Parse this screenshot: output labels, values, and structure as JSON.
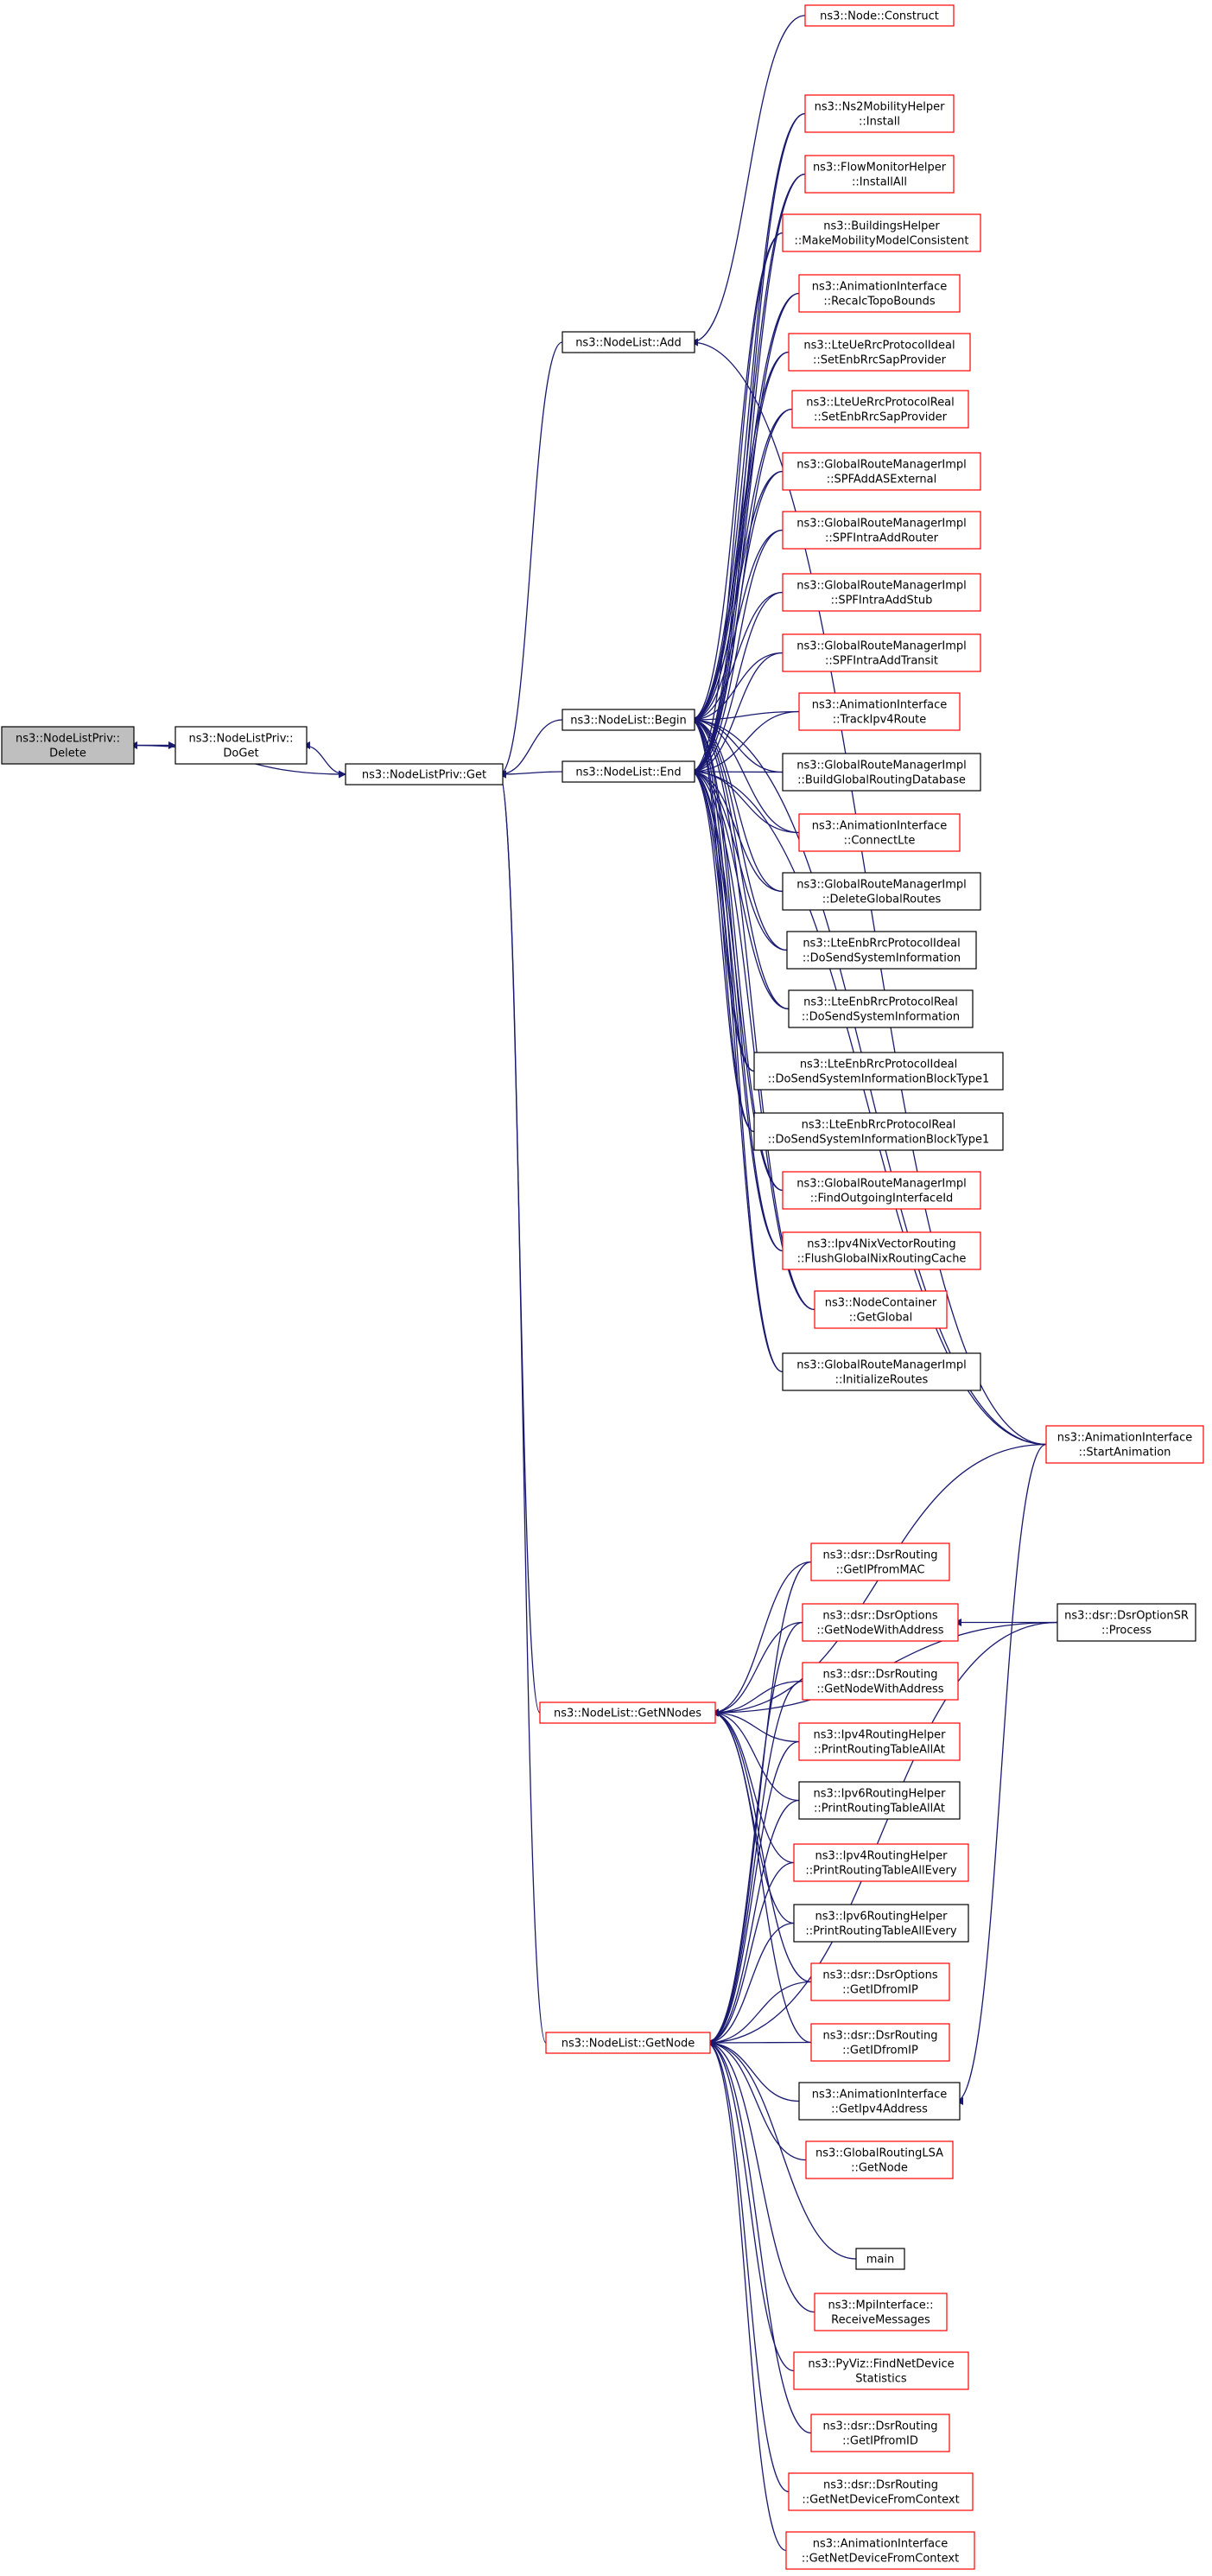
{
  "colors": {
    "edge": "#191970",
    "border_normal": "#000000",
    "border_link": "#ff0000",
    "root_fill": "#bfbfbf",
    "fill": "#ffffff",
    "text": "#000000"
  },
  "nodes": [
    {
      "id": "delete",
      "lines": [
        "ns3::NodeListPriv::",
        "Delete"
      ],
      "style": "root"
    },
    {
      "id": "doget",
      "lines": [
        "ns3::NodeListPriv::",
        "DoGet"
      ],
      "style": "normal"
    },
    {
      "id": "get",
      "lines": [
        "ns3::NodeListPriv::Get"
      ],
      "style": "normal"
    },
    {
      "id": "add",
      "lines": [
        "ns3::NodeList::Add"
      ],
      "style": "normal"
    },
    {
      "id": "begin",
      "lines": [
        "ns3::NodeList::Begin"
      ],
      "style": "normal"
    },
    {
      "id": "end",
      "lines": [
        "ns3::NodeList::End"
      ],
      "style": "normal"
    },
    {
      "id": "getnnodes",
      "lines": [
        "ns3::NodeList::GetNNodes"
      ],
      "style": "link"
    },
    {
      "id": "getnode",
      "lines": [
        "ns3::NodeList::GetNode"
      ],
      "style": "link"
    },
    {
      "id": "construct",
      "lines": [
        "ns3::Node::Construct"
      ],
      "style": "link"
    },
    {
      "id": "ns2install",
      "lines": [
        "ns3::Ns2MobilityHelper",
        "::Install"
      ],
      "style": "link"
    },
    {
      "id": "flowinstall",
      "lines": [
        "ns3::FlowMonitorHelper",
        "::InstallAll"
      ],
      "style": "link"
    },
    {
      "id": "buildings",
      "lines": [
        "ns3::BuildingsHelper",
        "::MakeMobilityModelConsistent"
      ],
      "style": "link"
    },
    {
      "id": "recalc",
      "lines": [
        "ns3::AnimationInterface",
        "::RecalcTopoBounds"
      ],
      "style": "link"
    },
    {
      "id": "ueideal",
      "lines": [
        "ns3::LteUeRrcProtocolIdeal",
        "::SetEnbRrcSapProvider"
      ],
      "style": "link"
    },
    {
      "id": "uereal",
      "lines": [
        "ns3::LteUeRrcProtocolReal",
        "::SetEnbRrcSapProvider"
      ],
      "style": "link"
    },
    {
      "id": "spfext",
      "lines": [
        "ns3::GlobalRouteManagerImpl",
        "::SPFAddASExternal"
      ],
      "style": "link"
    },
    {
      "id": "spfrouter",
      "lines": [
        "ns3::GlobalRouteManagerImpl",
        "::SPFIntraAddRouter"
      ],
      "style": "link"
    },
    {
      "id": "spfstub",
      "lines": [
        "ns3::GlobalRouteManagerImpl",
        "::SPFIntraAddStub"
      ],
      "style": "link"
    },
    {
      "id": "spftransit",
      "lines": [
        "ns3::GlobalRouteManagerImpl",
        "::SPFIntraAddTransit"
      ],
      "style": "link"
    },
    {
      "id": "trackipv4",
      "lines": [
        "ns3::AnimationInterface",
        "::TrackIpv4Route"
      ],
      "style": "link"
    },
    {
      "id": "buildglobal",
      "lines": [
        "ns3::GlobalRouteManagerImpl",
        "::BuildGlobalRoutingDatabase"
      ],
      "style": "normal"
    },
    {
      "id": "connectlte",
      "lines": [
        "ns3::AnimationInterface",
        "::ConnectLte"
      ],
      "style": "link"
    },
    {
      "id": "deleteglobal",
      "lines": [
        "ns3::GlobalRouteManagerImpl",
        "::DeleteGlobalRoutes"
      ],
      "style": "normal"
    },
    {
      "id": "enbideal",
      "lines": [
        "ns3::LteEnbRrcProtocolIdeal",
        "::DoSendSystemInformation"
      ],
      "style": "normal"
    },
    {
      "id": "enbreal",
      "lines": [
        "ns3::LteEnbRrcProtocolReal",
        "::DoSendSystemInformation"
      ],
      "style": "normal"
    },
    {
      "id": "enbidealbt1",
      "lines": [
        "ns3::LteEnbRrcProtocolIdeal",
        "::DoSendSystemInformationBlockType1"
      ],
      "style": "normal"
    },
    {
      "id": "enbrealbt1",
      "lines": [
        "ns3::LteEnbRrcProtocolReal",
        "::DoSendSystemInformationBlockType1"
      ],
      "style": "normal"
    },
    {
      "id": "findout",
      "lines": [
        "ns3::GlobalRouteManagerImpl",
        "::FindOutgoingInterfaceId"
      ],
      "style": "link"
    },
    {
      "id": "flushnix",
      "lines": [
        "ns3::Ipv4NixVectorRouting",
        "::FlushGlobalNixRoutingCache"
      ],
      "style": "link"
    },
    {
      "id": "nodecontainer",
      "lines": [
        "ns3::NodeContainer",
        "::GetGlobal"
      ],
      "style": "link"
    },
    {
      "id": "initroutes",
      "lines": [
        "ns3::GlobalRouteManagerImpl",
        "::InitializeRoutes"
      ],
      "style": "normal"
    },
    {
      "id": "startanim",
      "lines": [
        "ns3::AnimationInterface",
        "::StartAnimation"
      ],
      "style": "link"
    },
    {
      "id": "getipfrommac",
      "lines": [
        "ns3::dsr::DsrRouting",
        "::GetIPfromMAC"
      ],
      "style": "link"
    },
    {
      "id": "optgetnode",
      "lines": [
        "ns3::dsr::DsrOptions",
        "::GetNodeWithAddress"
      ],
      "style": "link"
    },
    {
      "id": "dsroptionsr",
      "lines": [
        "ns3::dsr::DsrOptionSR",
        "::Process"
      ],
      "style": "normal"
    },
    {
      "id": "routgetnode",
      "lines": [
        "ns3::dsr::DsrRouting",
        "::GetNodeWithAddress"
      ],
      "style": "link"
    },
    {
      "id": "ipv4printat",
      "lines": [
        "ns3::Ipv4RoutingHelper",
        "::PrintRoutingTableAllAt"
      ],
      "style": "link"
    },
    {
      "id": "ipv6printat",
      "lines": [
        "ns3::Ipv6RoutingHelper",
        "::PrintRoutingTableAllAt"
      ],
      "style": "normal"
    },
    {
      "id": "ipv4printevery",
      "lines": [
        "ns3::Ipv4RoutingHelper",
        "::PrintRoutingTableAllEvery"
      ],
      "style": "link"
    },
    {
      "id": "ipv6printevery",
      "lines": [
        "ns3::Ipv6RoutingHelper",
        "::PrintRoutingTableAllEvery"
      ],
      "style": "normal"
    },
    {
      "id": "optgetid",
      "lines": [
        "ns3::dsr::DsrOptions",
        "::GetIDfromIP"
      ],
      "style": "link"
    },
    {
      "id": "routgetid",
      "lines": [
        "ns3::dsr::DsrRouting",
        "::GetIDfromIP"
      ],
      "style": "link"
    },
    {
      "id": "getipv4addr",
      "lines": [
        "ns3::AnimationInterface",
        "::GetIpv4Address"
      ],
      "style": "normal"
    },
    {
      "id": "lsagetnode",
      "lines": [
        "ns3::GlobalRoutingLSA",
        "::GetNode"
      ],
      "style": "link"
    },
    {
      "id": "main",
      "lines": [
        "main"
      ],
      "style": "normal"
    },
    {
      "id": "mpirecv",
      "lines": [
        "ns3::MpiInterface::",
        "ReceiveMessages"
      ],
      "style": "link"
    },
    {
      "id": "pyviz",
      "lines": [
        "ns3::PyViz::FindNetDevice",
        "Statistics"
      ],
      "style": "link"
    },
    {
      "id": "getipfromid",
      "lines": [
        "ns3::dsr::DsrRouting",
        "::GetIPfromID"
      ],
      "style": "link"
    },
    {
      "id": "dsrnetdev",
      "lines": [
        "ns3::dsr::DsrRouting",
        "::GetNetDeviceFromContext"
      ],
      "style": "link"
    },
    {
      "id": "animnetdev",
      "lines": [
        "ns3::AnimationInterface",
        "::GetNetDeviceFromContext"
      ],
      "style": "link"
    }
  ],
  "edges": [
    [
      "doget",
      "delete"
    ],
    [
      "delete",
      "doget"
    ],
    [
      "get",
      "doget"
    ],
    [
      "delete",
      "get"
    ],
    [
      "add",
      "get"
    ],
    [
      "begin",
      "get"
    ],
    [
      "end",
      "get"
    ],
    [
      "getnnodes",
      "get"
    ],
    [
      "getnode",
      "get"
    ],
    [
      "construct",
      "add"
    ],
    [
      "startanim",
      "add"
    ],
    [
      "ns2install",
      "begin"
    ],
    [
      "flowinstall",
      "begin"
    ],
    [
      "buildings",
      "begin"
    ],
    [
      "recalc",
      "begin"
    ],
    [
      "ueideal",
      "begin"
    ],
    [
      "uereal",
      "begin"
    ],
    [
      "spfext",
      "begin"
    ],
    [
      "spfrouter",
      "begin"
    ],
    [
      "spfstub",
      "begin"
    ],
    [
      "spftransit",
      "begin"
    ],
    [
      "trackipv4",
      "begin"
    ],
    [
      "buildglobal",
      "begin"
    ],
    [
      "connectlte",
      "begin"
    ],
    [
      "deleteglobal",
      "begin"
    ],
    [
      "enbideal",
      "begin"
    ],
    [
      "enbreal",
      "begin"
    ],
    [
      "enbidealbt1",
      "begin"
    ],
    [
      "enbrealbt1",
      "begin"
    ],
    [
      "findout",
      "begin"
    ],
    [
      "flushnix",
      "begin"
    ],
    [
      "nodecontainer",
      "begin"
    ],
    [
      "initroutes",
      "begin"
    ],
    [
      "startanim",
      "begin"
    ],
    [
      "ns2install",
      "end"
    ],
    [
      "flowinstall",
      "end"
    ],
    [
      "buildings",
      "end"
    ],
    [
      "recalc",
      "end"
    ],
    [
      "ueideal",
      "end"
    ],
    [
      "uereal",
      "end"
    ],
    [
      "spfext",
      "end"
    ],
    [
      "spfrouter",
      "end"
    ],
    [
      "spfstub",
      "end"
    ],
    [
      "spftransit",
      "end"
    ],
    [
      "trackipv4",
      "end"
    ],
    [
      "buildglobal",
      "end"
    ],
    [
      "connectlte",
      "end"
    ],
    [
      "deleteglobal",
      "end"
    ],
    [
      "enbideal",
      "end"
    ],
    [
      "enbreal",
      "end"
    ],
    [
      "enbidealbt1",
      "end"
    ],
    [
      "enbrealbt1",
      "end"
    ],
    [
      "findout",
      "end"
    ],
    [
      "flushnix",
      "end"
    ],
    [
      "nodecontainer",
      "end"
    ],
    [
      "initroutes",
      "end"
    ],
    [
      "startanim",
      "end"
    ],
    [
      "getipfrommac",
      "getnnodes"
    ],
    [
      "optgetnode",
      "getnnodes"
    ],
    [
      "routgetnode",
      "getnnodes"
    ],
    [
      "ipv4printat",
      "getnnodes"
    ],
    [
      "ipv6printat",
      "getnnodes"
    ],
    [
      "ipv4printevery",
      "getnnodes"
    ],
    [
      "ipv6printevery",
      "getnnodes"
    ],
    [
      "optgetid",
      "getnnodes"
    ],
    [
      "routgetid",
      "getnnodes"
    ],
    [
      "dsroptionsr",
      "getnnodes"
    ],
    [
      "startanim",
      "getnnodes"
    ],
    [
      "dsroptionsr",
      "optgetnode"
    ],
    [
      "startanim",
      "getipv4addr"
    ],
    [
      "getipfrommac",
      "getnode"
    ],
    [
      "optgetnode",
      "getnode"
    ],
    [
      "routgetnode",
      "getnode"
    ],
    [
      "ipv4printat",
      "getnode"
    ],
    [
      "ipv6printat",
      "getnode"
    ],
    [
      "ipv4printevery",
      "getnode"
    ],
    [
      "ipv6printevery",
      "getnode"
    ],
    [
      "optgetid",
      "getnode"
    ],
    [
      "routgetid",
      "getnode"
    ],
    [
      "getipv4addr",
      "getnode"
    ],
    [
      "lsagetnode",
      "getnode"
    ],
    [
      "main",
      "getnode"
    ],
    [
      "mpirecv",
      "getnode"
    ],
    [
      "pyviz",
      "getnode"
    ],
    [
      "getipfromid",
      "getnode"
    ],
    [
      "dsrnetdev",
      "getnode"
    ],
    [
      "animnetdev",
      "getnode"
    ],
    [
      "dsroptionsr",
      "getnode"
    ]
  ]
}
